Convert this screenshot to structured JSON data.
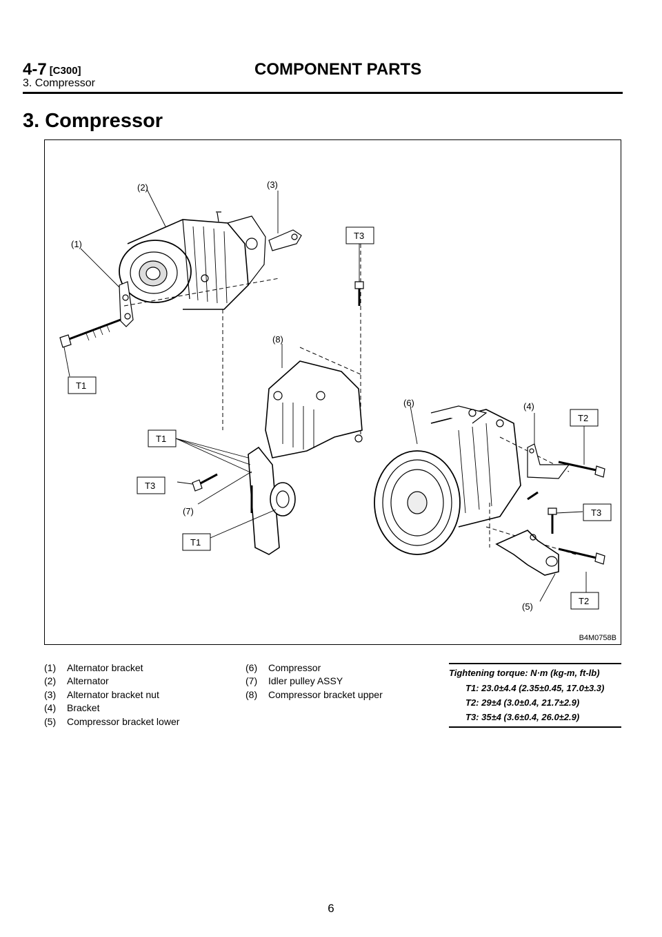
{
  "header": {
    "section_number": "4-7",
    "section_code": "[C300]",
    "chapter_title": "COMPONENT PARTS",
    "subsection": "3. Compressor"
  },
  "title": "3. Compressor",
  "figure": {
    "id": "B4M0758B",
    "callouts": {
      "c1": "(1)",
      "c2": "(2)",
      "c3": "(3)",
      "c4": "(4)",
      "c5": "(5)",
      "c6": "(6)",
      "c7": "(7)",
      "c8": "(8)"
    },
    "torque_tags": {
      "t1a": "T1",
      "t1b": "T1",
      "t1c": "T1",
      "t2a": "T2",
      "t2b": "T2",
      "t3a": "T3",
      "t3b": "T3",
      "t3c": "T3"
    }
  },
  "legend_left": [
    {
      "num": "(1)",
      "text": "Alternator bracket"
    },
    {
      "num": "(2)",
      "text": "Alternator"
    },
    {
      "num": "(3)",
      "text": "Alternator bracket nut"
    },
    {
      "num": "(4)",
      "text": "Bracket"
    },
    {
      "num": "(5)",
      "text": "Compressor bracket lower"
    }
  ],
  "legend_right": [
    {
      "num": "(6)",
      "text": "Compressor"
    },
    {
      "num": "(7)",
      "text": "Idler pulley ASSY"
    },
    {
      "num": "(8)",
      "text": "Compressor bracket upper"
    }
  ],
  "torque": {
    "heading": "Tightening torque: N·m (kg-m, ft-lb)",
    "t1": "T1: 23.0±4.4 (2.35±0.45, 17.0±3.3)",
    "t2": "T2: 29±4 (3.0±0.4, 21.7±2.9)",
    "t3": "T3: 35±4 (3.6±0.4, 26.0±2.9)"
  },
  "page_number": "6"
}
